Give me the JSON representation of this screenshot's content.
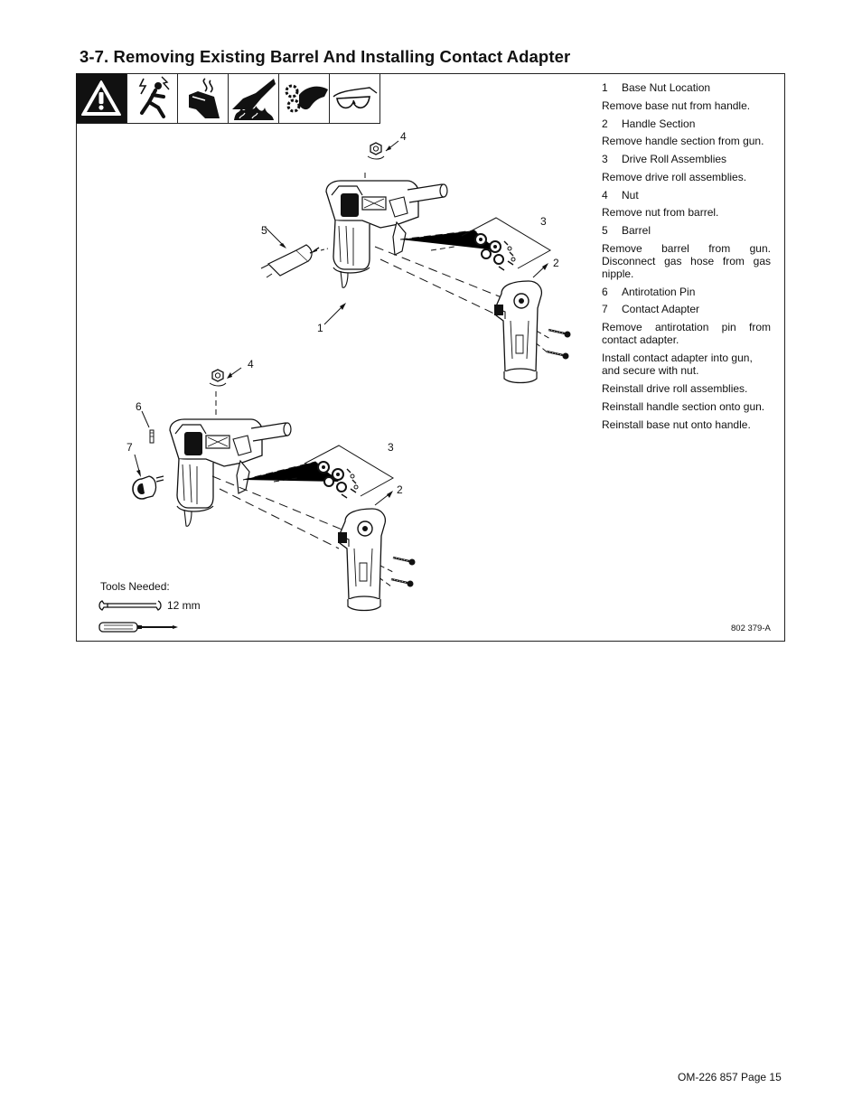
{
  "section_title": "3-7. Removing Existing Barrel And Installing Contact Adapter",
  "safety_icons": [
    "warning-triangle-icon",
    "electric-shock-icon",
    "hot-parts-icon",
    "fire-hazard-icon",
    "moving-parts-icon",
    "safety-glasses-icon"
  ],
  "steps": [
    {
      "num": "1",
      "label": "Base Nut Location",
      "text": "Remove base nut from handle."
    },
    {
      "num": "2",
      "label": "Handle Section",
      "text": "Remove handle section from gun."
    },
    {
      "num": "3",
      "label": "Drive Roll Assemblies",
      "text": "Remove drive roll assemblies."
    },
    {
      "num": "4",
      "label": "Nut",
      "text": "Remove nut from barrel."
    },
    {
      "num": "5",
      "label": "Barrel",
      "text": "Remove barrel from gun. Disconnect gas hose from gas nipple."
    },
    {
      "num": "6",
      "label": "Antirotation Pin",
      "text": null
    },
    {
      "num": "7",
      "label": "Contact Adapter",
      "text": "Remove antirotation pin from contact adapter."
    }
  ],
  "closing_steps": [
    "Install contact adapter into gun, and secure with nut.",
    "Reinstall drive roll assemblies.",
    "Reinstall handle section onto gun.",
    "Reinstall base nut onto handle."
  ],
  "callouts": {
    "top": [
      "4",
      "5",
      "3",
      "2",
      "1"
    ],
    "bottom": [
      "4",
      "6",
      "7",
      "3",
      "2"
    ]
  },
  "tools": {
    "label": "Tools Needed:",
    "wrench_size": "12 mm",
    "tool_icons": [
      "wrench-icon",
      "screwdriver-icon"
    ]
  },
  "figure_id": "802 379-A",
  "footer": "OM-226 857 Page 15"
}
